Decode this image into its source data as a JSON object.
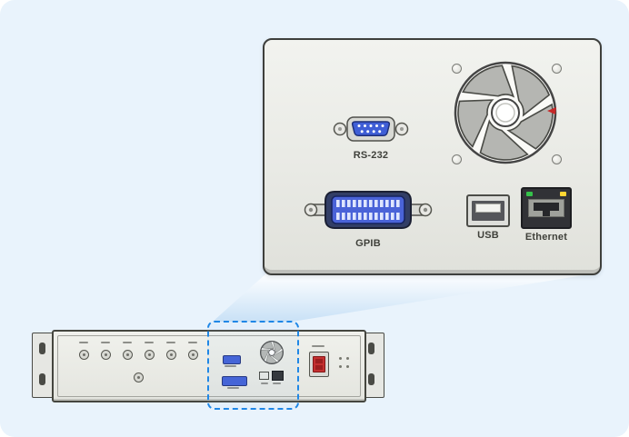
{
  "detail_panel": {
    "labels": {
      "rs232": "RS-232",
      "gpib": "GPIB",
      "usb": "USB",
      "ethernet": "Ethernet"
    }
  },
  "colors": {
    "background": "#e9f3fc",
    "panel_fill": "#edeee9",
    "panel_border": "#3e3f3c",
    "connector_blue": "#3f5ed6",
    "connector_blue_dark": "#1e2f7a",
    "highlight_dashed_blue": "#1f87e6",
    "beam_blue": "#d7e9f8",
    "led_green": "#35c24a",
    "led_yellow": "#ffd633",
    "power_red": "#c43030",
    "fan_blade_gray": "#b5b6b2",
    "label_text": "#3f403a"
  }
}
